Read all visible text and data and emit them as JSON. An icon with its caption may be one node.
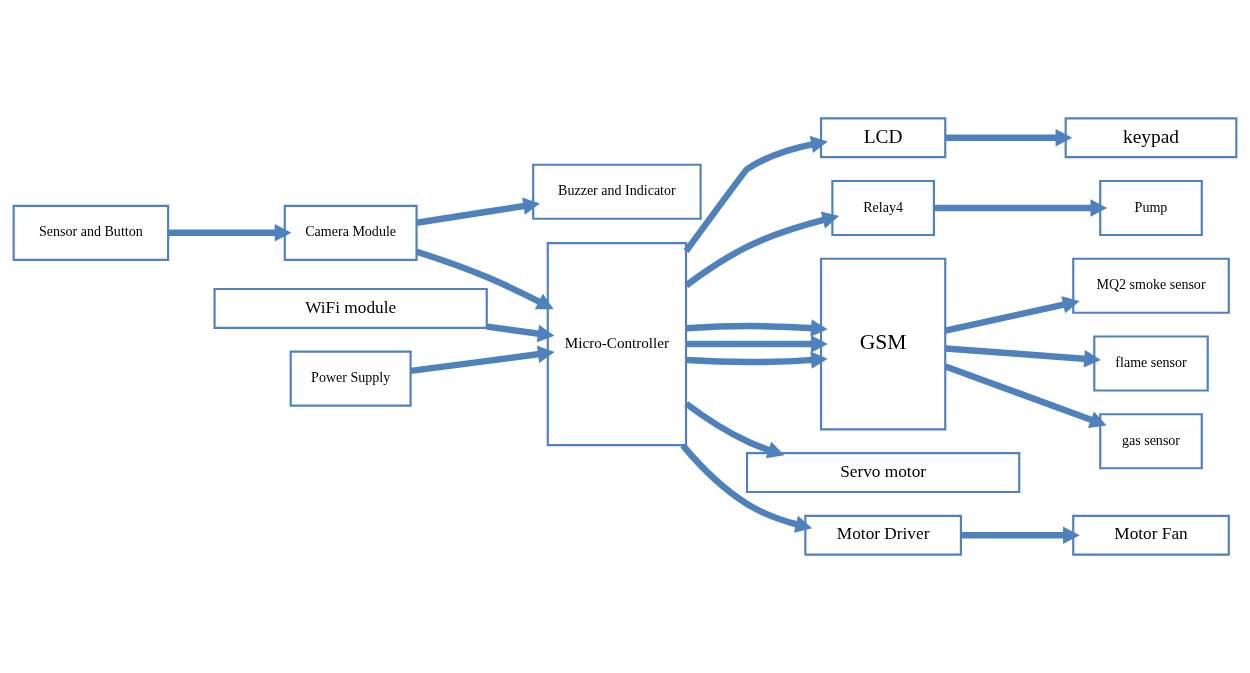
{
  "diagram": {
    "nodes": [
      {
        "text": [
          "keypad"
        ]
      },
      {
        "text": [
          "Buzzer and Indicator"
        ]
      },
      {
        "text": [
          "LCD"
        ]
      },
      {
        "text": [
          "Relay4"
        ]
      },
      {
        "text": [
          "Pump"
        ]
      },
      {
        "text": [
          "Camera Module"
        ]
      },
      {
        "text": [
          "Micro-Controller"
        ]
      },
      {
        "text": [
          "GSM"
        ]
      },
      {
        "text": [
          "MQ2 smoke sensor"
        ]
      },
      {
        "text": [
          "flame sensor"
        ]
      },
      {
        "text": [
          "gas sensor"
        ]
      },
      {
        "text": [
          "Sensor and Button"
        ]
      },
      {
        "text": [
          "WiFi module"
        ]
      },
      {
        "text": [
          "Servo motor"
        ]
      },
      {
        "text": [
          "Power Supply"
        ]
      },
      {
        "text": [
          "Motor Driver"
        ]
      },
      {
        "text": [
          "Motor Fan"
        ]
      }
    ],
    "edges": [
      {
        "from": 5,
        "to": 1,
        "arrow": "to"
      },
      {
        "from": 11,
        "to": 5,
        "arrow": "to"
      },
      {
        "from": 5,
        "to": 6,
        "arrow": "to"
      },
      {
        "from": 14,
        "to": 6,
        "arrow": "to"
      },
      {
        "from": 6,
        "to": 2,
        "arrow": "to"
      },
      {
        "from": 2,
        "to": 0,
        "arrow": "to"
      },
      {
        "from": 6,
        "to": 3,
        "arrow": "to"
      },
      {
        "from": 3,
        "to": 4,
        "arrow": "to"
      },
      {
        "from": 6,
        "to": 7,
        "arrow": "to"
      },
      {
        "from": 6,
        "to": 7,
        "arrow": "to"
      },
      {
        "from": 6,
        "to": 7,
        "arrow": "to"
      },
      {
        "from": 7,
        "to": 8,
        "arrow": "to"
      },
      {
        "from": 7,
        "to": 9,
        "arrow": "to"
      },
      {
        "from": 7,
        "to": 10,
        "arrow": "to"
      },
      {
        "from": 12,
        "to": 6,
        "arrow": "to"
      },
      {
        "from": 6,
        "to": 13,
        "arrow": "to"
      },
      {
        "from": 6,
        "to": 15,
        "arrow": "to"
      },
      {
        "from": 15,
        "to": 16,
        "arrow": "to"
      }
    ]
  }
}
